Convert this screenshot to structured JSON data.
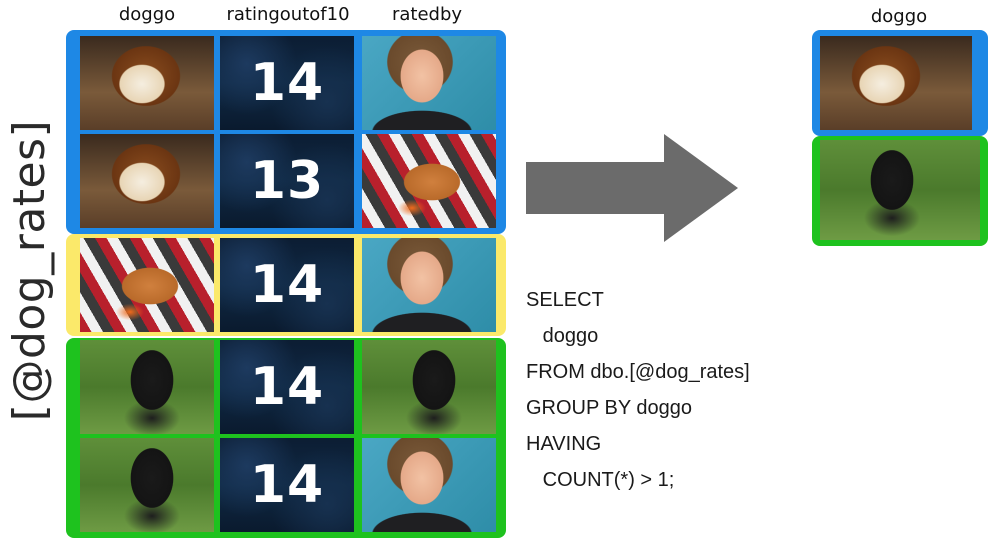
{
  "table": {
    "name": "[@dog_rates]",
    "columns": [
      "doggo",
      "ratingoutof10",
      "ratedby"
    ],
    "rows": [
      {
        "doggo": "brown-dog-with-bone-photo",
        "rating": "14",
        "ratedby": "woman-selfie-photo",
        "group": "blue"
      },
      {
        "doggo": "brown-dog-with-bone-photo",
        "rating": "13",
        "ratedby": "goldendoodle-photo",
        "group": "blue"
      },
      {
        "doggo": "goldendoodle-photo",
        "rating": "14",
        "ratedby": "woman-selfie-photo",
        "group": "yellow"
      },
      {
        "doggo": "black-dog-photo",
        "rating": "14",
        "ratedby": "black-dog-photo",
        "group": "green"
      },
      {
        "doggo": "black-dog-photo",
        "rating": "14",
        "ratedby": "woman-selfie-photo",
        "group": "green"
      }
    ]
  },
  "group_colors": {
    "blue": "#1e88e5",
    "yellow": "#fbe96a",
    "green": "#1ec21e"
  },
  "sql": {
    "lines": [
      "SELECT",
      "   doggo",
      "FROM dbo.[@dog_rates]",
      "GROUP BY doggo",
      "HAVING",
      "   COUNT(*) > 1;"
    ]
  },
  "result": {
    "header": "doggo",
    "rows": [
      {
        "doggo": "brown-dog-with-bone-photo",
        "group": "blue"
      },
      {
        "doggo": "black-dog-photo",
        "group": "green"
      }
    ]
  },
  "arrow_color": "#6b6b6b"
}
